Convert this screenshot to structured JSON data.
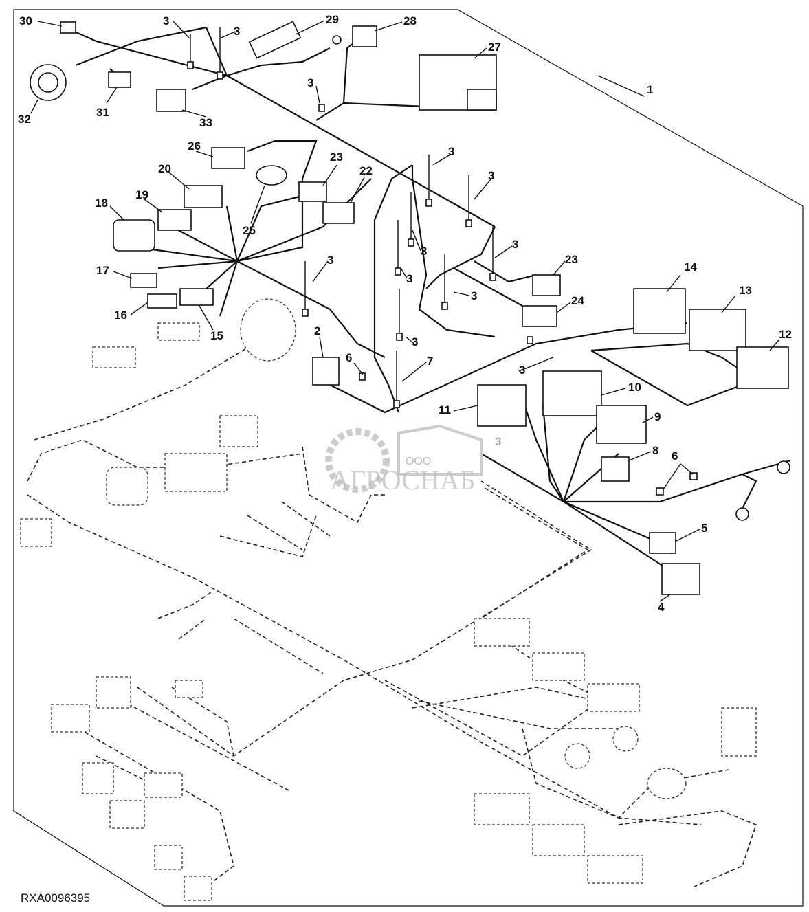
{
  "figure_reference": "RXA0096395",
  "watermark": {
    "prefix": "ООО",
    "name": "АГРОСНАБ"
  },
  "callouts": [
    "30",
    "3",
    "3",
    "29",
    "28",
    "27",
    "1",
    "32",
    "31",
    "33",
    "3",
    "26",
    "20",
    "23",
    "22",
    "3",
    "3",
    "18",
    "19",
    "25",
    "3",
    "3",
    "23",
    "17",
    "3",
    "3",
    "3",
    "14",
    "13",
    "24",
    "16",
    "15",
    "2",
    "3",
    "12",
    "6",
    "7",
    "3",
    "10",
    "9",
    "8",
    "6",
    "5",
    "4",
    "11",
    "3"
  ]
}
